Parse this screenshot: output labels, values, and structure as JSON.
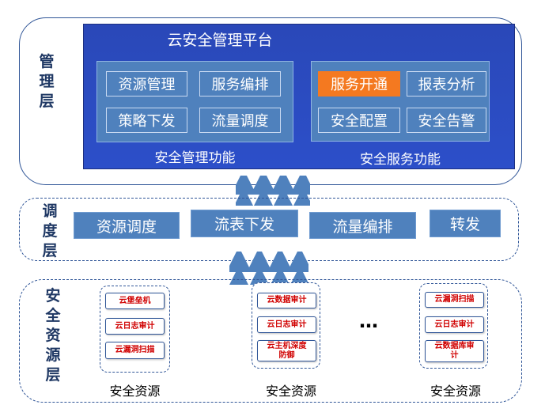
{
  "layers": {
    "management": "管理层",
    "scheduling": "调度层",
    "resource": "安全资源层"
  },
  "platform": {
    "title": "云安全管理平台",
    "management_functions": {
      "caption": "安全管理功能",
      "items": [
        "资源管理",
        "服务编排",
        "策略下发",
        "流量调度"
      ]
    },
    "service_functions": {
      "caption": "安全服务功能",
      "items": [
        "服务开通",
        "报表分析",
        "安全配置",
        "安全告警"
      ],
      "highlighted": "服务开通"
    }
  },
  "scheduling": {
    "items": [
      "资源调度",
      "流表下发",
      "流量编排",
      "转发"
    ]
  },
  "resources": {
    "groups": [
      {
        "caption": "安全资源",
        "items": [
          "云堡垒机",
          "云日志审计",
          "云漏洞扫描"
        ]
      },
      {
        "caption": "安全资源",
        "items": [
          "云数据审计",
          "云日志审计",
          "云主机深度\n防御"
        ]
      },
      {
        "caption": "安全资源",
        "items": [
          "云漏洞扫描",
          "云日志审计",
          "云数据库审\n计"
        ]
      }
    ],
    "ellipsis": "…"
  },
  "colors": {
    "platform": "#2c4fc9",
    "box": "#4f81bd",
    "highlight": "#f47920",
    "border": "#2f5597",
    "resource_text": "#d00000"
  }
}
